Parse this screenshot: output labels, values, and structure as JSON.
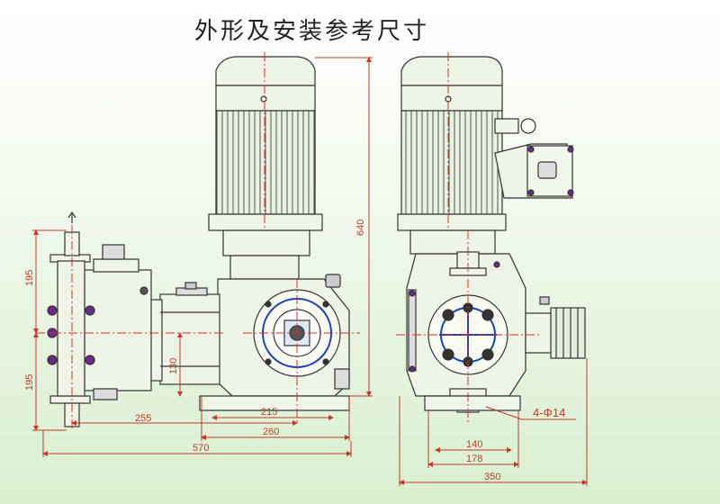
{
  "title": "外形及安装参考尺寸",
  "dimensions": {
    "d640": "640",
    "d195_top": "195",
    "d195_bottom": "195",
    "d130": "130",
    "d255": "255",
    "d215": "215",
    "d260": "260",
    "d570": "570",
    "d140": "140",
    "d178": "178",
    "d350": "350",
    "bolt_holes": "4-Φ14"
  }
}
